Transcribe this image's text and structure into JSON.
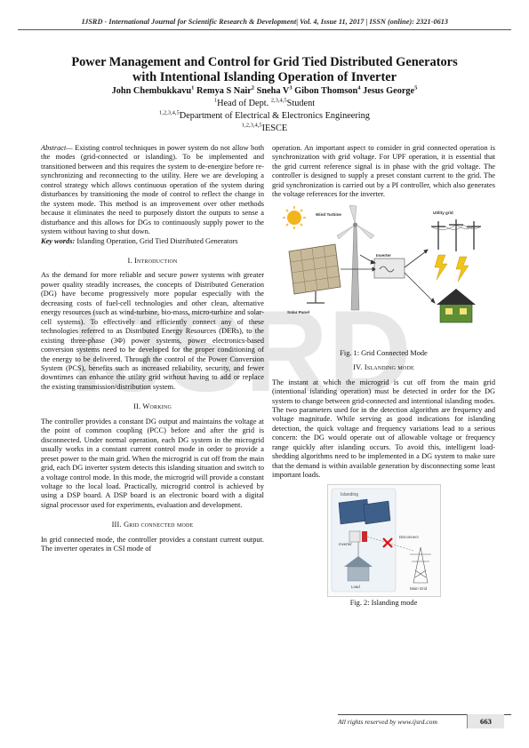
{
  "header": {
    "journal": "IJSRD - International Journal for Scientific Research & Development| Vol. 4, Issue 11, 2017 | ISSN (online): 2321-0613"
  },
  "paper": {
    "title_line1": "Power Management and Control for Grid Tied Distributed Generators",
    "title_line2": "with Intentional Islanding Operation of Inverter",
    "authors": [
      {
        "name": "John Chembukkavu",
        "sup": "1"
      },
      {
        "name": "Remya S Nair",
        "sup": "2"
      },
      {
        "name": "Sneha V",
        "sup": "3"
      },
      {
        "name": "Gibon Thomson",
        "sup": "4"
      },
      {
        "name": "Jesus George",
        "sup": "5"
      }
    ],
    "aff1_sup": "1",
    "aff1_text": "Head of Dept. ",
    "aff1b_sup": "2,3,4,5",
    "aff1b_text": "Student",
    "aff2_sup": "1,2,3,4,5",
    "aff2_text": "Department of Electrical & Electronics Engineering",
    "aff3_sup": "1,2,3,4,5",
    "aff3_text": "IESCE"
  },
  "abstract": {
    "lead": "Abstract—",
    "text": " Existing control techniques in power system do not allow both the modes (grid-connected or islanding). To be implemented and transitioned between and this requires the system to de-energize before re-synchronizing and reconnecting to the utility. Here we are developing a control strategy which allows continuous operation of the system during disturbances by transitioning the mode of control to reflect the change in the system mode. This method is an improvement over other methods because it eliminates the need to purposely distort the outputs to sense a disturbance and this allows for DGs to continuously supply power to the system without having to shut down.",
    "kw_lead": "Key words:",
    "kw_text": " Islanding Operation, Grid Tied Distributed Generators"
  },
  "sections": {
    "s1_head": "I.   Introduction",
    "s1_text": "As the demand for more reliable and secure power systems with greater power quality steadily increases, the concepts of Distributed Generation (DG) have become progressively more popular especially with the decreasing costs of fuel-cell technologies and other clean, alternative energy resources (such as wind-turbine, bio-mass, micro-turbine and solar-cell systems). To effectively and efficiently connect any of these technologies referred to as Distributed Energy Resources (DERs), to the existing three-phase (3Φ) power systems, power electronics-based conversion systems need to be developed for the proper conditioning of the energy to be delivered. Through the control of the Power Conversion System (PCS), benefits such as increased reliability, security, and fewer downtimes can enhance the utility grid without having to add or replace the existing transmission/distribution system.",
    "s2_head": "II.   Working",
    "s2_text": "The controller provides a constant DG output and maintains the voltage at the point of common coupling (PCC) before and after the grid is disconnected. Under normal operation, each DG system in the microgrid usually works in a constant current control mode in order to provide a preset power to the main grid. When the microgrid is cut off from the main grid, each DG inverter system detects this islanding situation and switch to a voltage control mode. In this mode, the microgrid will provide a constant voltage to the local load. Practically, microgrid control is achieved by using a DSP board. A DSP board is an electronic board with a digital signal processor used for experiments, evaluation and development.",
    "s3_head": "III.   Grid connected mode",
    "s3_text": "In grid connected mode, the controller provides a constant current output. The inverter operates in CSI mode of operation. An important aspect to consider in grid connected operation is synchronization with grid voltage. For UPF operation, it is essential that the grid current reference signal is in phase with the grid voltage. The controller is designed to supply a preset constant current to the grid. The grid synchronization is carried out by a PI controller, which also generates the voltage references for the inverter.",
    "s4_head": "IV.   Islanding mode",
    "s4_text": "The instant at which the microgrid is cut off from the main grid (intentional islanding operation) must be detected in order for the DG system to change between grid-connected and intentional islanding modes. The two parameters used for in the detection algorithm are frequency and voltage magnitude. While serving as good indications for islanding detection, the quick voltage and frequency variations lead to a serious concern: the DG would operate out of allowable voltage or frequency range quickly after islanding occurs. To avoid this, intelligent load-shedding algorithms need to be implemented in a DG system to make sure that the demand is within available generation by disconnecting some least important loads."
  },
  "figures": {
    "fig1_caption": "Fig. 1: Grid Connected Mode",
    "fig1_labels": {
      "wind": "Wind Turbine",
      "solar": "Solar Panel",
      "inverter": "Inverter",
      "grid": "Utility grid"
    },
    "fig2_caption": "Fig. 2: Islanding mode",
    "fig2_labels": {
      "islanding": "Islanding",
      "inverter": "Inverter",
      "disconnect": "Disconnect",
      "load": "Load",
      "main_grid": "Main Grid"
    }
  },
  "footer": {
    "text": "All rights reserved by www.ijsrd.com",
    "page": "663"
  }
}
